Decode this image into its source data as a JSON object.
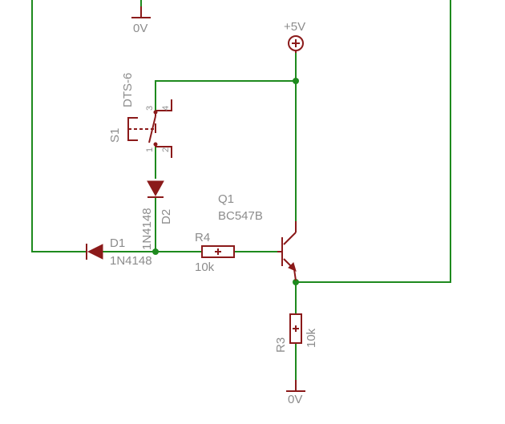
{
  "ground_top": {
    "label": "0V"
  },
  "supply": {
    "label": "+5V"
  },
  "switch": {
    "name": "S1",
    "value": "DTS-6",
    "pins": [
      "3",
      "4",
      "1",
      "2"
    ]
  },
  "diode_d2": {
    "name": "D2",
    "value": "1N4148"
  },
  "diode_d1": {
    "name": "D1",
    "value": "1N4148"
  },
  "resistor_r4": {
    "name": "R4",
    "value": "10k"
  },
  "transistor": {
    "name": "Q1",
    "value": "BC547B"
  },
  "resistor_r3": {
    "name": "R3",
    "value": "10k"
  },
  "ground_bottom": {
    "label": "0V"
  },
  "colors": {
    "wire": "#1e8a1e",
    "part": "#8b1a1a",
    "label": "#8c8c8c"
  }
}
